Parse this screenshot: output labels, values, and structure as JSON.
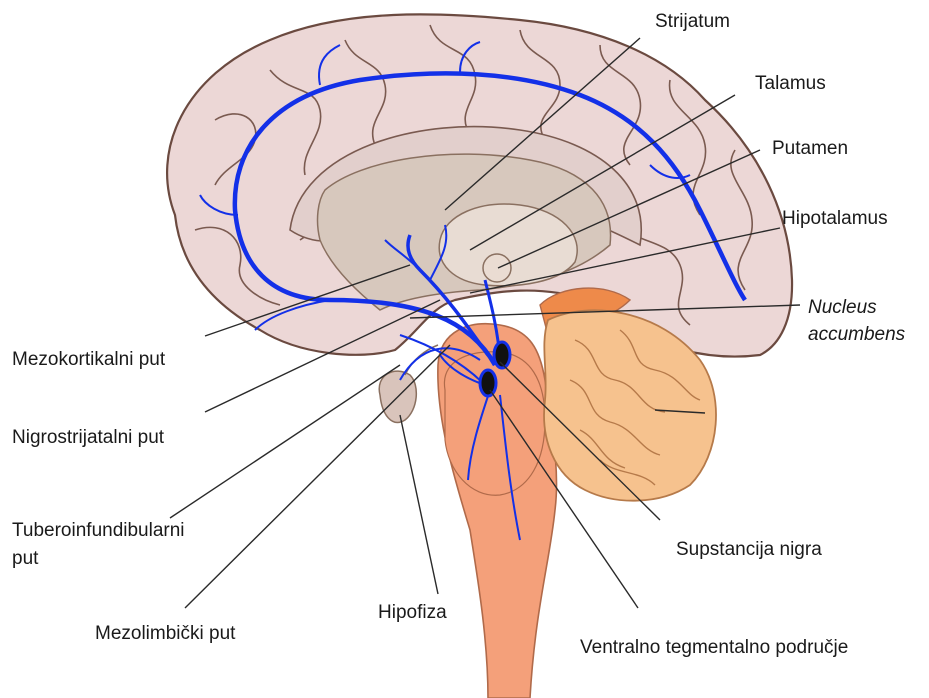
{
  "labels": {
    "strijatum": "Strijatum",
    "talamus": "Talamus",
    "putamen": "Putamen",
    "hipotalamus": "Hipotalamus",
    "nucleus_line1": "Nucleus",
    "nucleus_line2": "accumbens",
    "mezokortikalni": "Mezokortikalni put",
    "nigrostrijatalni": "Nigrostrijatalni put",
    "tubero_line1": "Tuberoinfundibularni",
    "tubero_line2": "put",
    "mezolimbicki": "Mezolimbički put",
    "hipofiza": "Hipofiza",
    "supstancija": "Supstancija nigra",
    "ventralno": "Ventralno tegmentalno područje"
  },
  "colors": {
    "cortex_fill": "#ecd7d6",
    "cortex_outline": "#6b4a40",
    "inner_fill": "#d7c8bd",
    "brainstem": "#f4a07a",
    "cerebellum": "#f6c28e",
    "cerebellum_dark": "#ee8a4a",
    "pathway_blue": "#1330e8",
    "leader_line": "#2a2a2a"
  }
}
